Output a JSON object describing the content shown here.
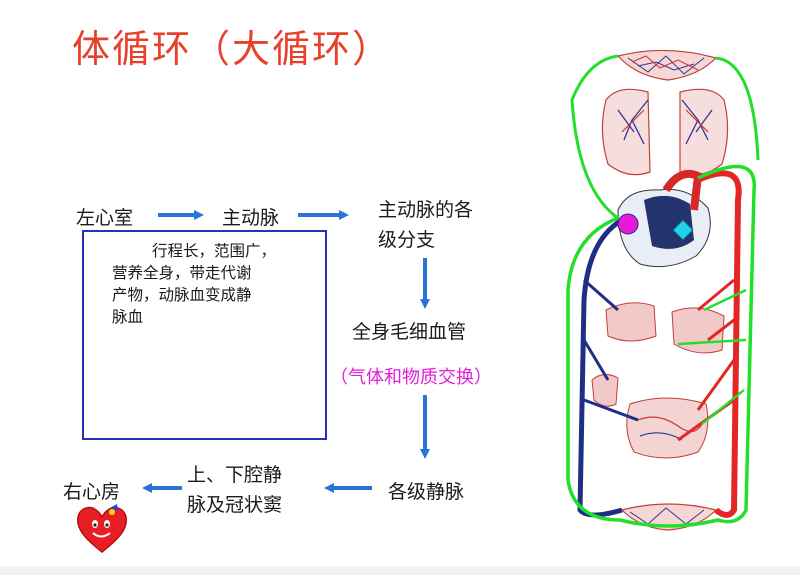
{
  "title": "体循环（大循环）",
  "nodes": {
    "left_ventricle": "左心室",
    "aorta": "主动脉",
    "aorta_branches": [
      "主动脉的各",
      "级分支"
    ],
    "capillaries": "全身毛细血管",
    "exchange": "（气体和物质交换）",
    "veins": "各级静脉",
    "vena_cava": [
      "上、下腔静",
      "脉及冠状窦"
    ],
    "right_atrium": "右心房"
  },
  "note": [
    "行程长，范围广，",
    "营养全身，带走代谢",
    "产物，动脉血变成静",
    "脉血"
  ],
  "colors": {
    "title": "#e8402a",
    "arrow": "#2b73d6",
    "box_border": "#2a2fb8",
    "exchange_text": "#e01ed8",
    "artery": "#e32626",
    "vein": "#1f2f86",
    "highlight_path": "#22e02a",
    "marker_magenta": "#e31cdc",
    "marker_cyan": "#22d3ee"
  }
}
